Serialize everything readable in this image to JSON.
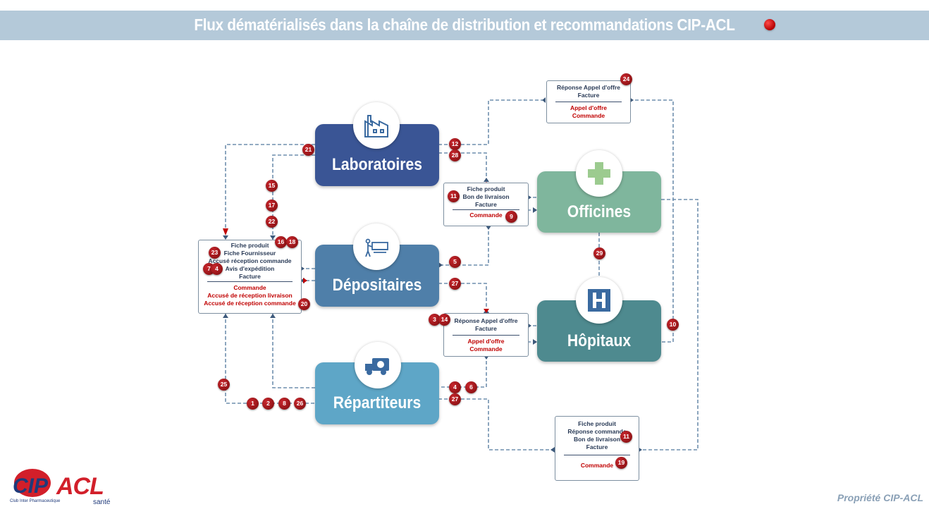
{
  "title": "Flux dématérialisés dans la chaîne de distribution et recommandations CIP-ACL",
  "footer": "Propriété CIP-ACL",
  "logo": {
    "cip": "CIP",
    "acl": "ACL",
    "tagline": "Club Inter Pharmaceutique",
    "sante": "santé"
  },
  "entities": {
    "laboratoires": {
      "label": "Laboratoires",
      "icon": "factory-icon",
      "color": "#3a5595"
    },
    "officines": {
      "label": "Officines",
      "icon": "pharmacy-cross-icon",
      "color": "#7fb69d"
    },
    "depositaires": {
      "label": "Dépositaires",
      "icon": "warehouse-worker-icon",
      "color": "#4f7fa9"
    },
    "hopitaux": {
      "label": "Hôpitaux",
      "icon": "hospital-h-icon",
      "color": "#4e8a8f"
    },
    "repartiteurs": {
      "label": "Répartiteurs",
      "icon": "delivery-truck-icon",
      "color": "#5ea6c7"
    }
  },
  "boxes": {
    "top_right": {
      "top": [
        "Réponse Appel d'offre",
        "Facture"
      ],
      "bottom": [
        "Appel d'offre",
        "Commande"
      ]
    },
    "officine": {
      "top": [
        "Fiche produit",
        "Bon de livraison",
        "Facture"
      ],
      "bottom": [
        "Commande"
      ]
    },
    "left": {
      "top": [
        "Fiche produit",
        "Fiche Fournisseur",
        "Accusé réception commande",
        "Avis d'expédition",
        "Facture"
      ],
      "bottom": [
        "Commande",
        "Accusé de réception livraison",
        "Accusé de réception commande"
      ]
    },
    "hopital": {
      "top": [
        "Réponse Appel d'offre",
        "Facture"
      ],
      "bottom": [
        "Appel d'offre",
        "Commande"
      ]
    },
    "bottom_right": {
      "top": [
        "Fiche produit",
        "Réponse commande",
        "Bon de livraison",
        "Facture"
      ],
      "bottom": [
        "Commande"
      ]
    }
  },
  "numbers": {
    "n24": "24",
    "n12": "12",
    "n28": "28",
    "n21": "21",
    "n11a": "11",
    "n9": "9",
    "n15": "15",
    "n17": "17",
    "n22": "22",
    "n16": "16",
    "n18": "18",
    "n23": "23",
    "n7": "7",
    "n4a": "4",
    "n20": "20",
    "n5": "5",
    "n27a": "27",
    "n29": "29",
    "n3": "3",
    "n14": "14",
    "n10": "10",
    "n25": "25",
    "n4b": "4",
    "n6": "6",
    "n27b": "27",
    "n1": "1",
    "n2": "2",
    "n8": "8",
    "n26": "26",
    "n11b": "11",
    "n19": "19"
  },
  "colors": {
    "banner": "#b4c9d9",
    "wire": "#6f8fae",
    "badge": "#a3141a",
    "red_text": "#c00000"
  }
}
